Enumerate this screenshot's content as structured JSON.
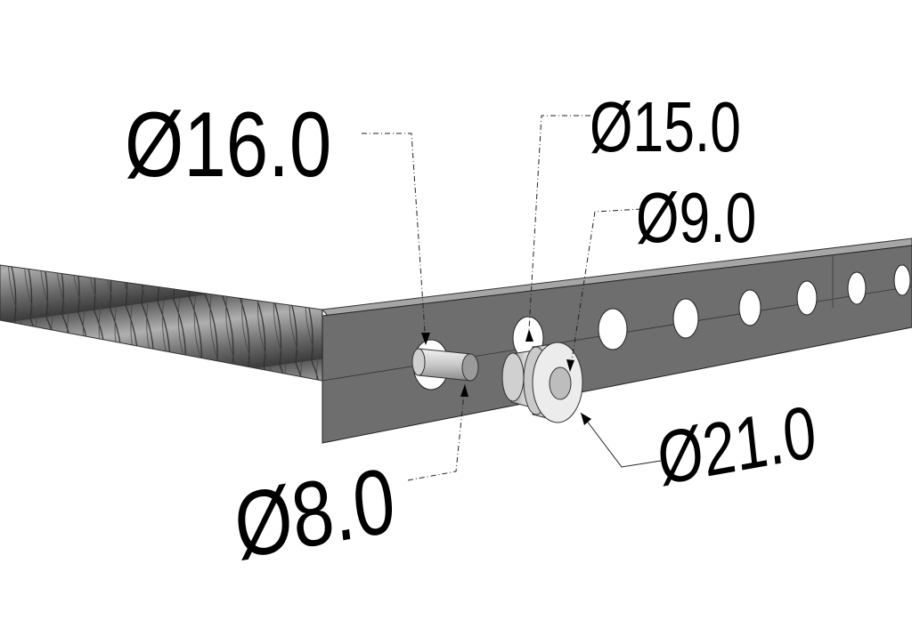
{
  "labels": {
    "d16": "Ø16.0",
    "d15": "Ø15.0",
    "d9": "Ø9.0",
    "d8": "Ø8.0",
    "d21": "Ø21.0"
  },
  "colors": {
    "strip_face": "#6b6b6b",
    "strip_top": "#9a9a9a",
    "hole": "#ffffff",
    "rebar": "#7a7a7a",
    "pin": "#d9d9d9",
    "bushing": "#e6e6e6"
  }
}
